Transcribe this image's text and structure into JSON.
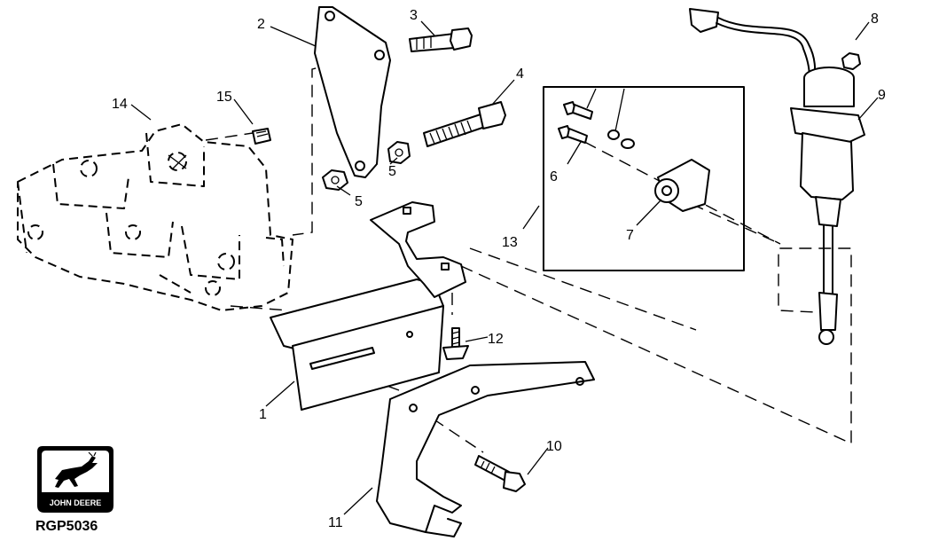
{
  "figure": {
    "code": "RGP5036",
    "logo_text": "JOHN DEERE"
  },
  "callouts": [
    {
      "id": "1",
      "text": "1"
    },
    {
      "id": "2",
      "text": "2"
    },
    {
      "id": "3",
      "text": "3"
    },
    {
      "id": "4",
      "text": "4"
    },
    {
      "id": "5a",
      "text": "5"
    },
    {
      "id": "5b",
      "text": "5"
    },
    {
      "id": "6",
      "text": "6"
    },
    {
      "id": "7",
      "text": "7"
    },
    {
      "id": "8",
      "text": "8"
    },
    {
      "id": "9",
      "text": "9"
    },
    {
      "id": "10",
      "text": "10"
    },
    {
      "id": "11",
      "text": "11"
    },
    {
      "id": "12",
      "text": "12"
    },
    {
      "id": "13",
      "text": "13"
    },
    {
      "id": "14",
      "text": "14"
    },
    {
      "id": "15",
      "text": "15"
    }
  ]
}
